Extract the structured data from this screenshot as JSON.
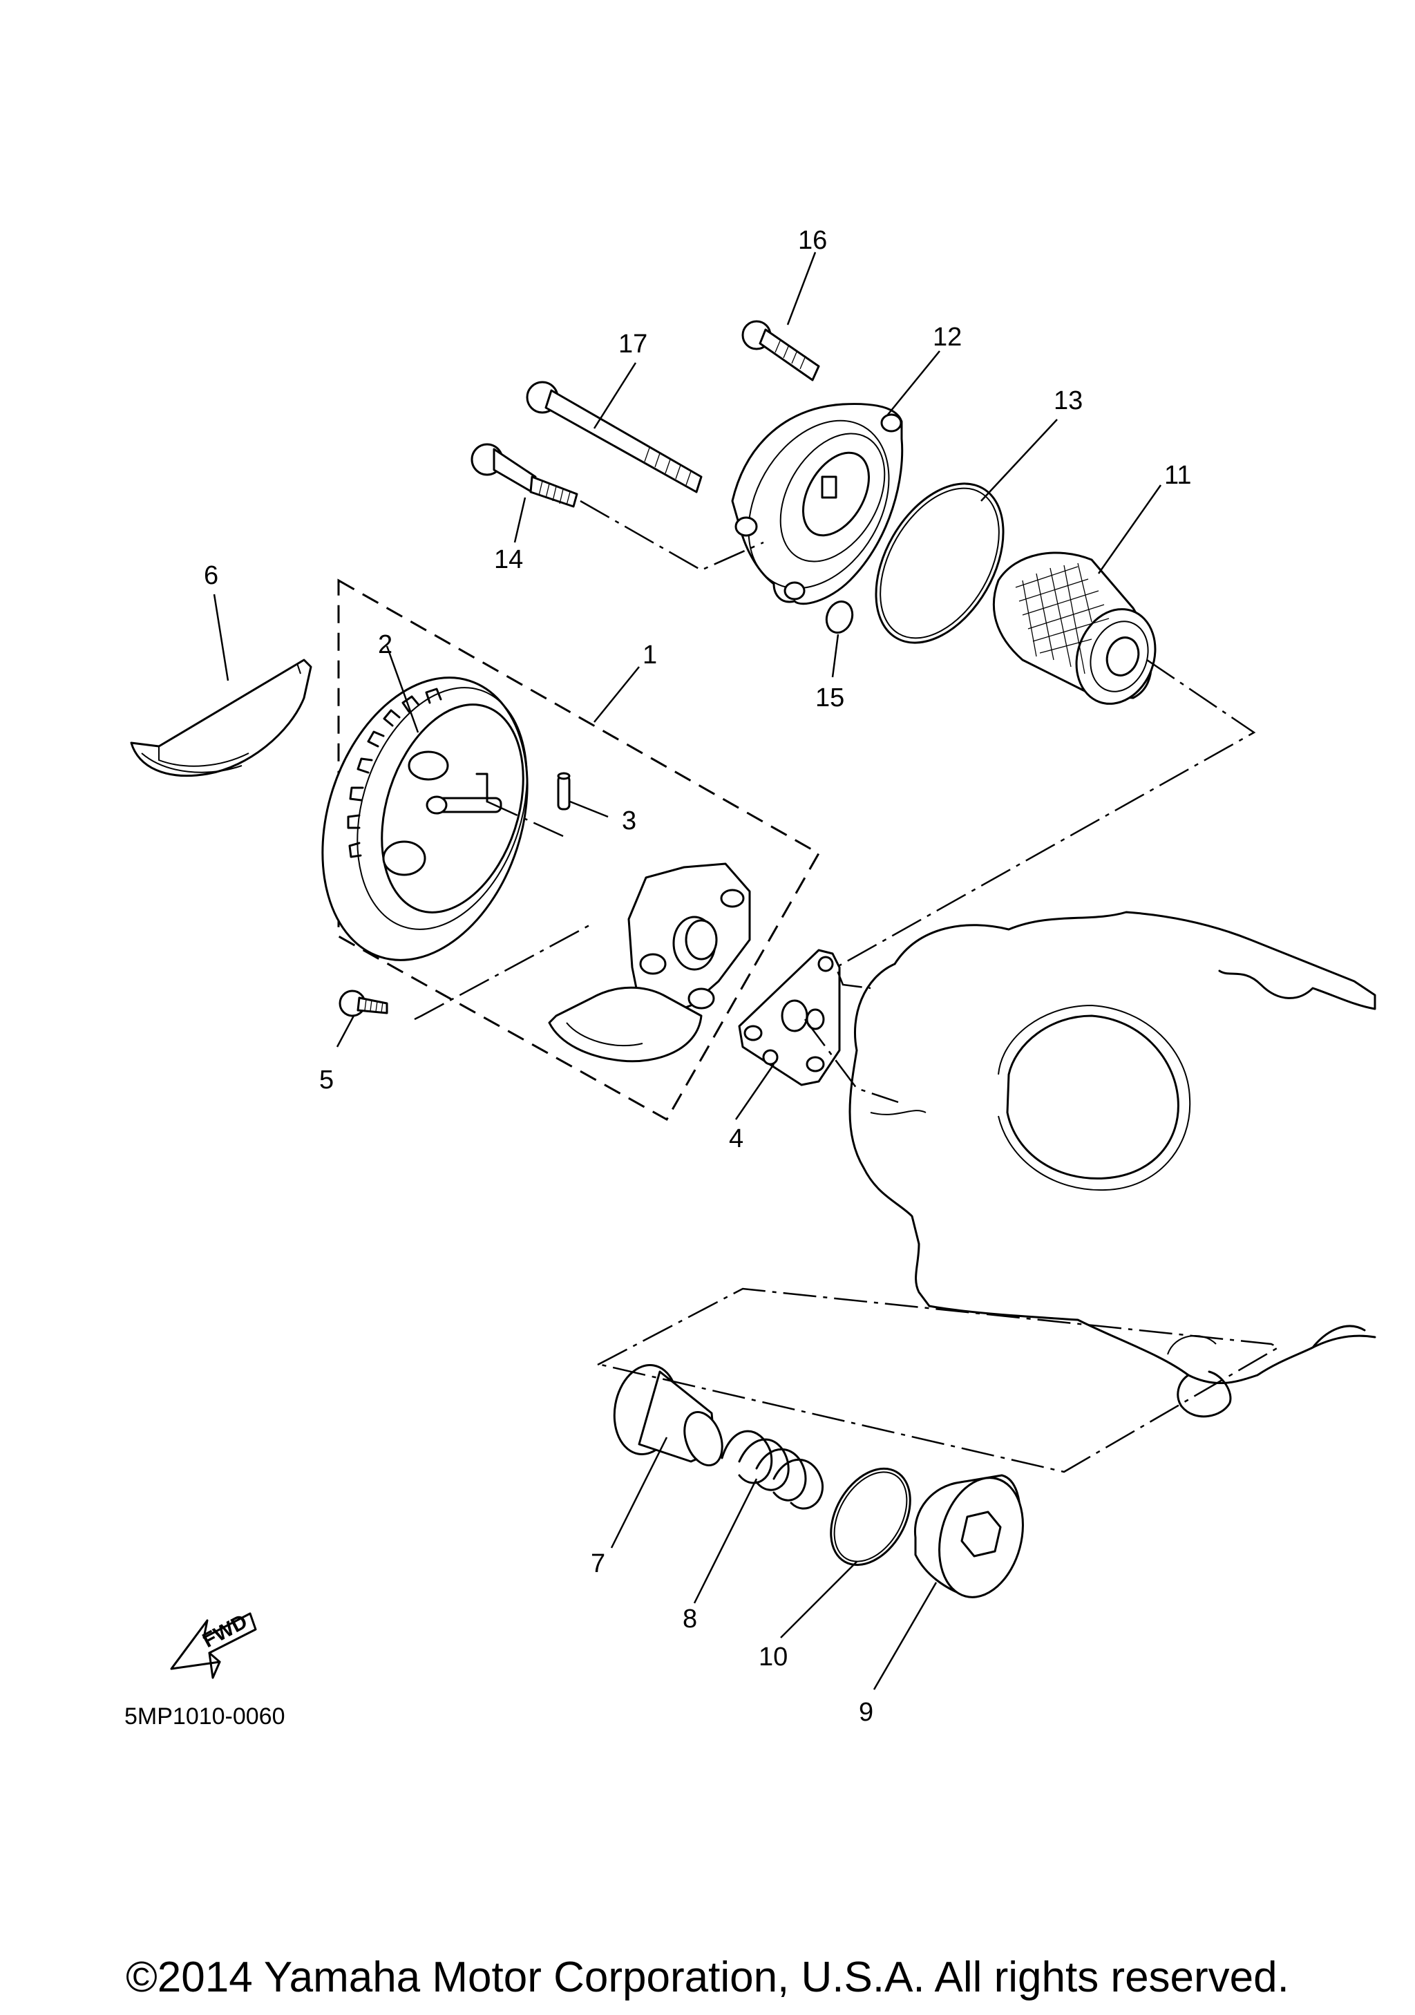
{
  "diagram": {
    "drawing_code": "5MP1010-0060",
    "fwd_label": "FWD",
    "copyright": "©2014 Yamaha Motor Corporation, U.S.A. All rights reserved.",
    "callouts": {
      "c1": "1",
      "c2": "2",
      "c3": "3",
      "c4": "4",
      "c5": "5",
      "c6": "6",
      "c7": "7",
      "c8": "8",
      "c9": "9",
      "c10": "10",
      "c11": "11",
      "c12": "12",
      "c13": "13",
      "c14": "14",
      "c15": "15",
      "c16": "16",
      "c17": "17"
    }
  }
}
